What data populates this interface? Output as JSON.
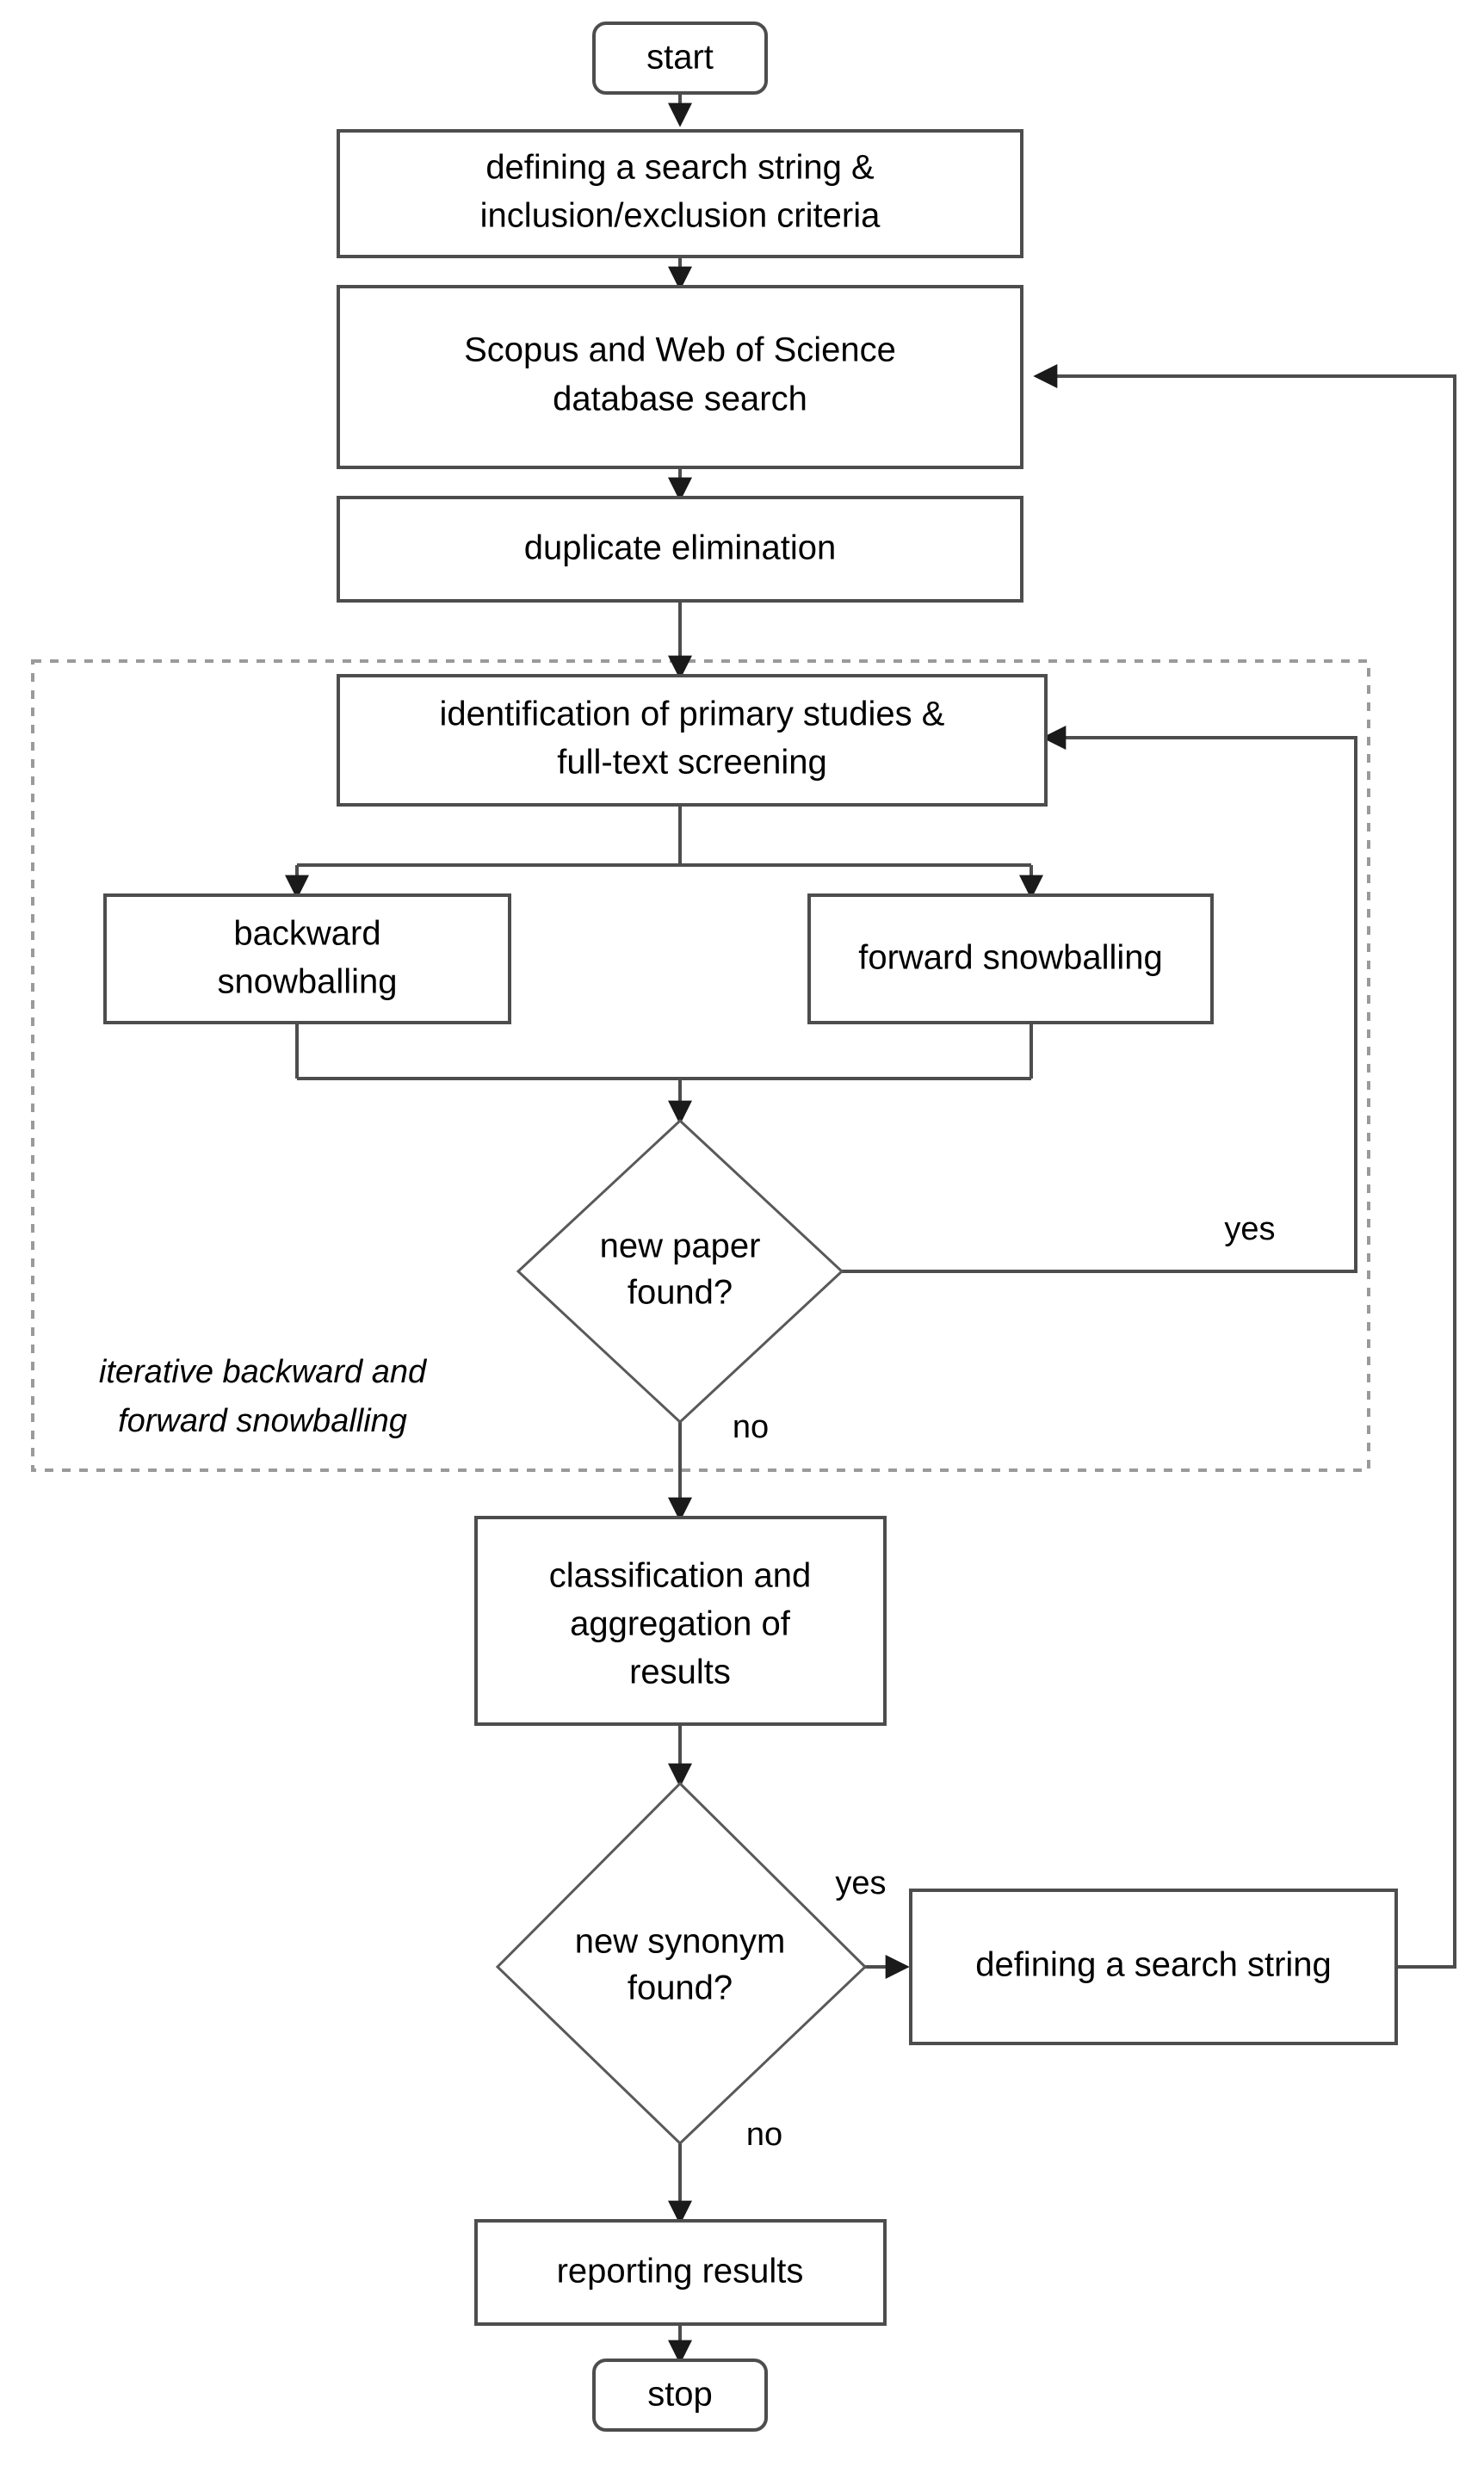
{
  "diagram": {
    "title": "systematic literature review search process flowchart",
    "background_color": "#ffffff",
    "box_stroke_color": "#4d4d4d",
    "group_stroke_color": "#9a9a9a",
    "text_color": "#000000"
  },
  "nodes": {
    "start": {
      "label": "start",
      "shape": "terminal"
    },
    "define_criteria": {
      "line1": "defining a search string &",
      "line2": "inclusion/exclusion criteria",
      "shape": "process"
    },
    "database_search": {
      "line1": "Scopus and Web of Science",
      "line2": "database search",
      "shape": "process"
    },
    "duplicate_elimination": {
      "label": "duplicate elimination",
      "shape": "process"
    },
    "identification": {
      "line1": "identification of primary studies &",
      "line2": "full-text screening",
      "shape": "process"
    },
    "backward_snowballing": {
      "line1": "backward",
      "line2": "snowballing",
      "shape": "process"
    },
    "forward_snowballing": {
      "label": "forward snowballing",
      "shape": "process"
    },
    "new_paper_decision": {
      "line1": "new paper",
      "line2": "found?",
      "shape": "decision"
    },
    "classification": {
      "line1": "classification and",
      "line2": "aggregation of",
      "line3": "results",
      "shape": "process"
    },
    "new_synonym_decision": {
      "line1": "new synonym",
      "line2": "found?",
      "shape": "decision"
    },
    "defining_search_string": {
      "label": "defining a search string",
      "shape": "process"
    },
    "reporting_results": {
      "label": "reporting results",
      "shape": "process"
    },
    "stop": {
      "label": "stop",
      "shape": "terminal"
    }
  },
  "group": {
    "snowballing_group": {
      "line1": "iterative backward and",
      "line2": "forward snowballing"
    }
  },
  "edge_labels": {
    "paper_yes": "yes",
    "paper_no": "no",
    "synonym_yes": "yes",
    "synonym_no": "no"
  }
}
